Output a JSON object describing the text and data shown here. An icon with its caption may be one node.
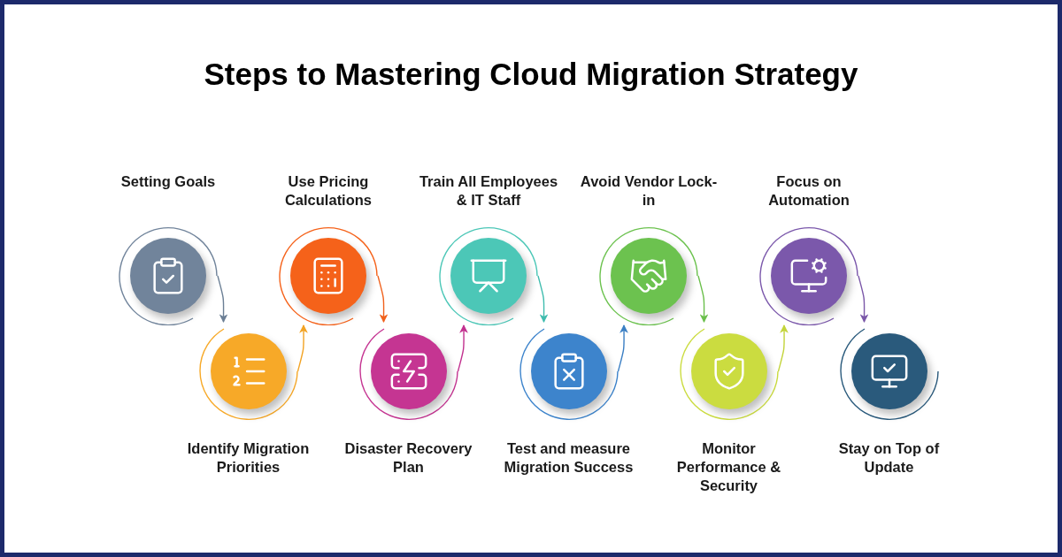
{
  "diagram": {
    "title": "Steps to Mastering Cloud Migration Strategy",
    "nodes": [
      {
        "text": [
          "Setting Goals"
        ]
      },
      {
        "text": [
          "Identify Migration Priorities"
        ]
      },
      {
        "text": [
          "Use Pricing Calculations"
        ]
      },
      {
        "text": [
          "Disaster Recovery Plan"
        ]
      },
      {
        "text": [
          "Train All Employees & IT Staff"
        ]
      },
      {
        "text": [
          "Test and measure Migration Success"
        ]
      },
      {
        "text": [
          "Avoid Vendor Lock-in"
        ]
      },
      {
        "text": [
          "Monitor Performance & Security"
        ]
      },
      {
        "text": [
          "Focus on Automation"
        ]
      },
      {
        "text": [
          "Stay on Top of Update"
        ]
      }
    ],
    "edges": [
      {
        "from": 0,
        "to": 1,
        "arrow": "to",
        "color": "#6b7f95"
      },
      {
        "from": 1,
        "to": 2,
        "arrow": "to",
        "color": "#f2a324"
      },
      {
        "from": 2,
        "to": 3,
        "arrow": "to",
        "color": "#f0611c"
      },
      {
        "from": 3,
        "to": 4,
        "arrow": "to",
        "color": "#c2318f"
      },
      {
        "from": 4,
        "to": 5,
        "arrow": "to",
        "color": "#3fbcae"
      },
      {
        "from": 5,
        "to": 6,
        "arrow": "to",
        "color": "#3b7fc4"
      },
      {
        "from": 6,
        "to": 7,
        "arrow": "to",
        "color": "#6abf4b"
      },
      {
        "from": 7,
        "to": 8,
        "arrow": "to",
        "color": "#c3d43a"
      },
      {
        "from": 8,
        "to": 9,
        "arrow": "to",
        "color": "#7a57a8"
      }
    ]
  }
}
